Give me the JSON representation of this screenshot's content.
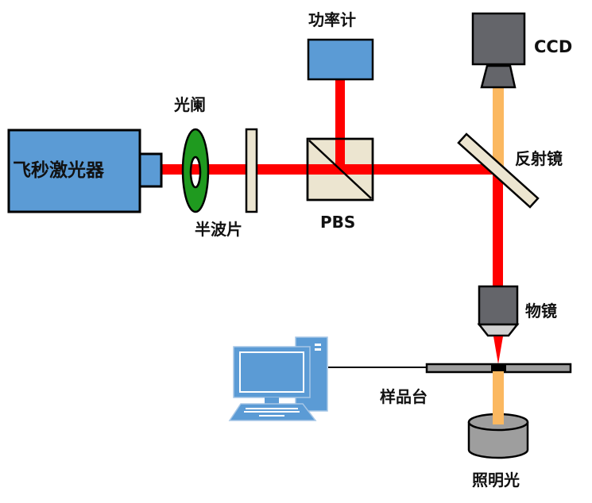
{
  "labels": {
    "laser": "飞秒激光器",
    "aperture": "光阑",
    "half_wave_plate": "半波片",
    "power_meter": "功率计",
    "pbs": "PBS",
    "ccd": "CCD",
    "mirror": "反射镜",
    "objective": "物镜",
    "sample_stage": "样品台",
    "illumination": "照明光"
  },
  "colors": {
    "laser_beam": "#ff0000",
    "illumination_beam": "#fbb860",
    "device_blue": "#5b9bd5",
    "aperture_green": "#1f9a1f",
    "optic_beige": "#ece5d0",
    "camera_gray": "#64656a",
    "stage_gray": "#9e9e9e",
    "lens_light_gray": "#d2d2d2"
  }
}
